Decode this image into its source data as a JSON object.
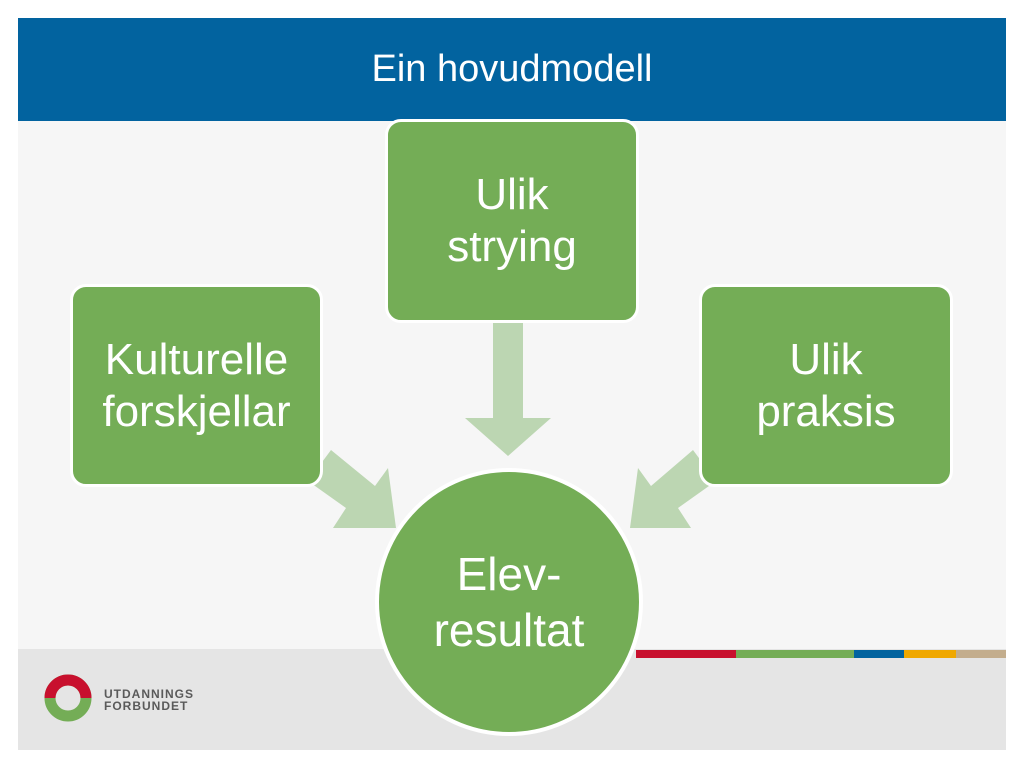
{
  "title": "Ein hovudmodell",
  "nodes": {
    "left": {
      "line1": "Kulturelle",
      "line2": "forskjellar"
    },
    "top": {
      "line1": "Ulik",
      "line2": "strying"
    },
    "right": {
      "line1": "Ulik",
      "line2": "praksis"
    },
    "center": {
      "line1": "Elev-",
      "line2": "resultat"
    }
  },
  "logo": {
    "line1": "UTDANNINGS",
    "line2": "FORBUNDET"
  },
  "colors": {
    "header": "#02639f",
    "node_fill": "#74ad56",
    "arrow": "#bcd6b2",
    "stripes": [
      "#c8102e",
      "#74ad56",
      "#02639f",
      "#f0a800",
      "#c3ad8d"
    ]
  }
}
